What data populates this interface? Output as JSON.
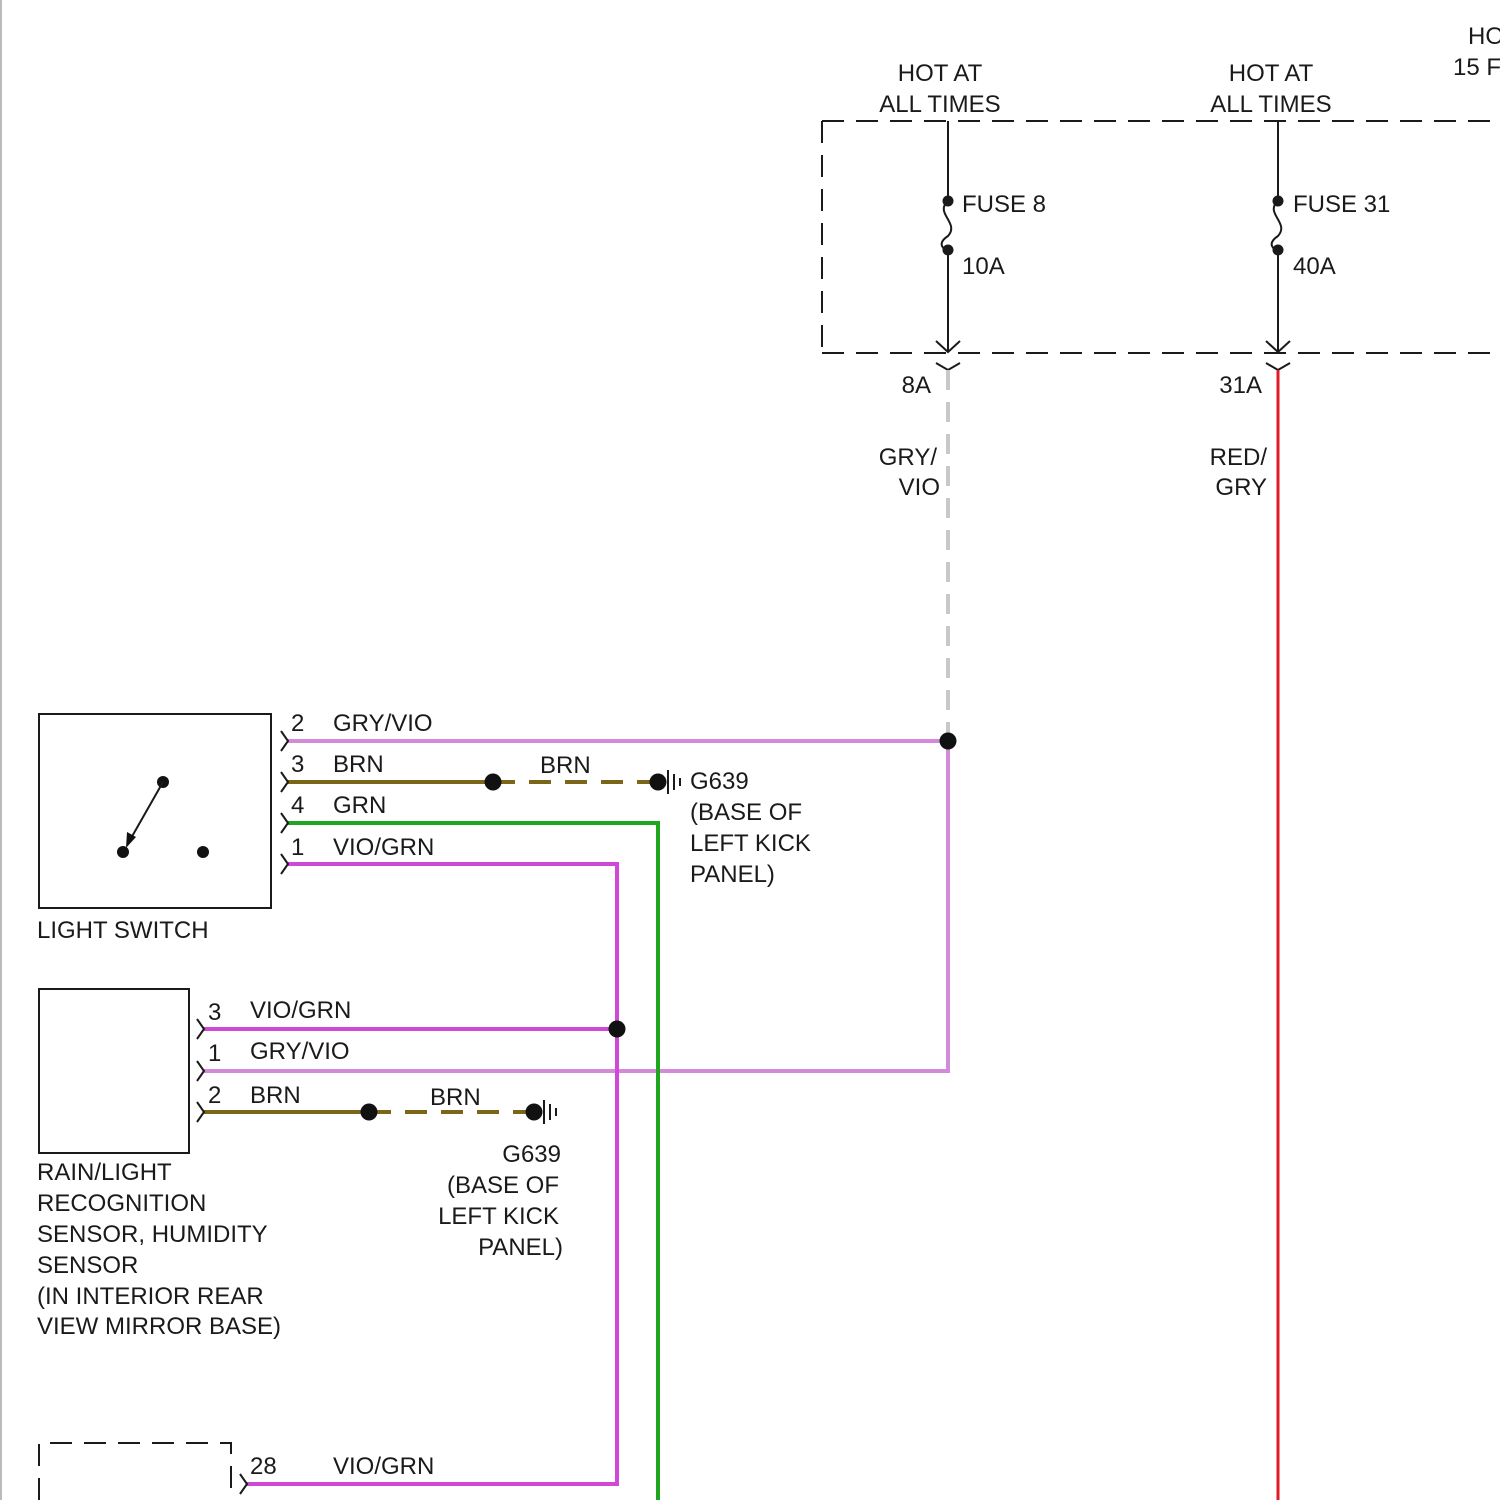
{
  "colors": {
    "gry_vio": "#d38bd9",
    "vio_grn": "#d048d6",
    "brn": "#7a6519",
    "grn": "#1fa51f",
    "red_gry": "#e01b24",
    "gry": "#c8c8c8",
    "ink": "#1a1a1a"
  },
  "fuse_box": {
    "columns": [
      {
        "hot_line1": "HOT AT",
        "hot_line2": "ALL TIMES",
        "fuse": "FUSE 8",
        "rating": "10A",
        "terminal": "8A",
        "wire_line1": "GRY/",
        "wire_line2": "VIO"
      },
      {
        "hot_line1": "HOT AT",
        "hot_line2": "ALL TIMES",
        "fuse": "FUSE 31",
        "rating": "40A",
        "terminal": "31A",
        "wire_line1": "RED/",
        "wire_line2": "GRY"
      }
    ],
    "partial_line1": "HO",
    "partial_line2": "15 F"
  },
  "light_switch": {
    "name": "LIGHT SWITCH",
    "pins": [
      {
        "pin": "2",
        "wire": "GRY/VIO"
      },
      {
        "pin": "3",
        "wire": "BRN"
      },
      {
        "pin": "4",
        "wire": "GRN"
      },
      {
        "pin": "1",
        "wire": "VIO/GRN"
      }
    ],
    "ground_wire": "BRN",
    "ground": {
      "id": "G639",
      "line1": "(BASE OF",
      "line2": "LEFT KICK",
      "line3": "PANEL)"
    }
  },
  "sensor": {
    "name_lines": [
      "RAIN/LIGHT",
      "RECOGNITION",
      "SENSOR, HUMIDITY",
      "SENSOR",
      "(IN INTERIOR REAR",
      "VIEW MIRROR BASE)"
    ],
    "pins": [
      {
        "pin": "3",
        "wire": "VIO/GRN"
      },
      {
        "pin": "1",
        "wire": "GRY/VIO"
      },
      {
        "pin": "2",
        "wire": "BRN"
      }
    ],
    "ground_wire": "BRN",
    "ground": {
      "id": "G639",
      "line1": "(BASE OF",
      "line2": "LEFT KICK",
      "line3": "PANEL)"
    }
  },
  "lower_module": {
    "pin": "28",
    "wire": "VIO/GRN"
  }
}
